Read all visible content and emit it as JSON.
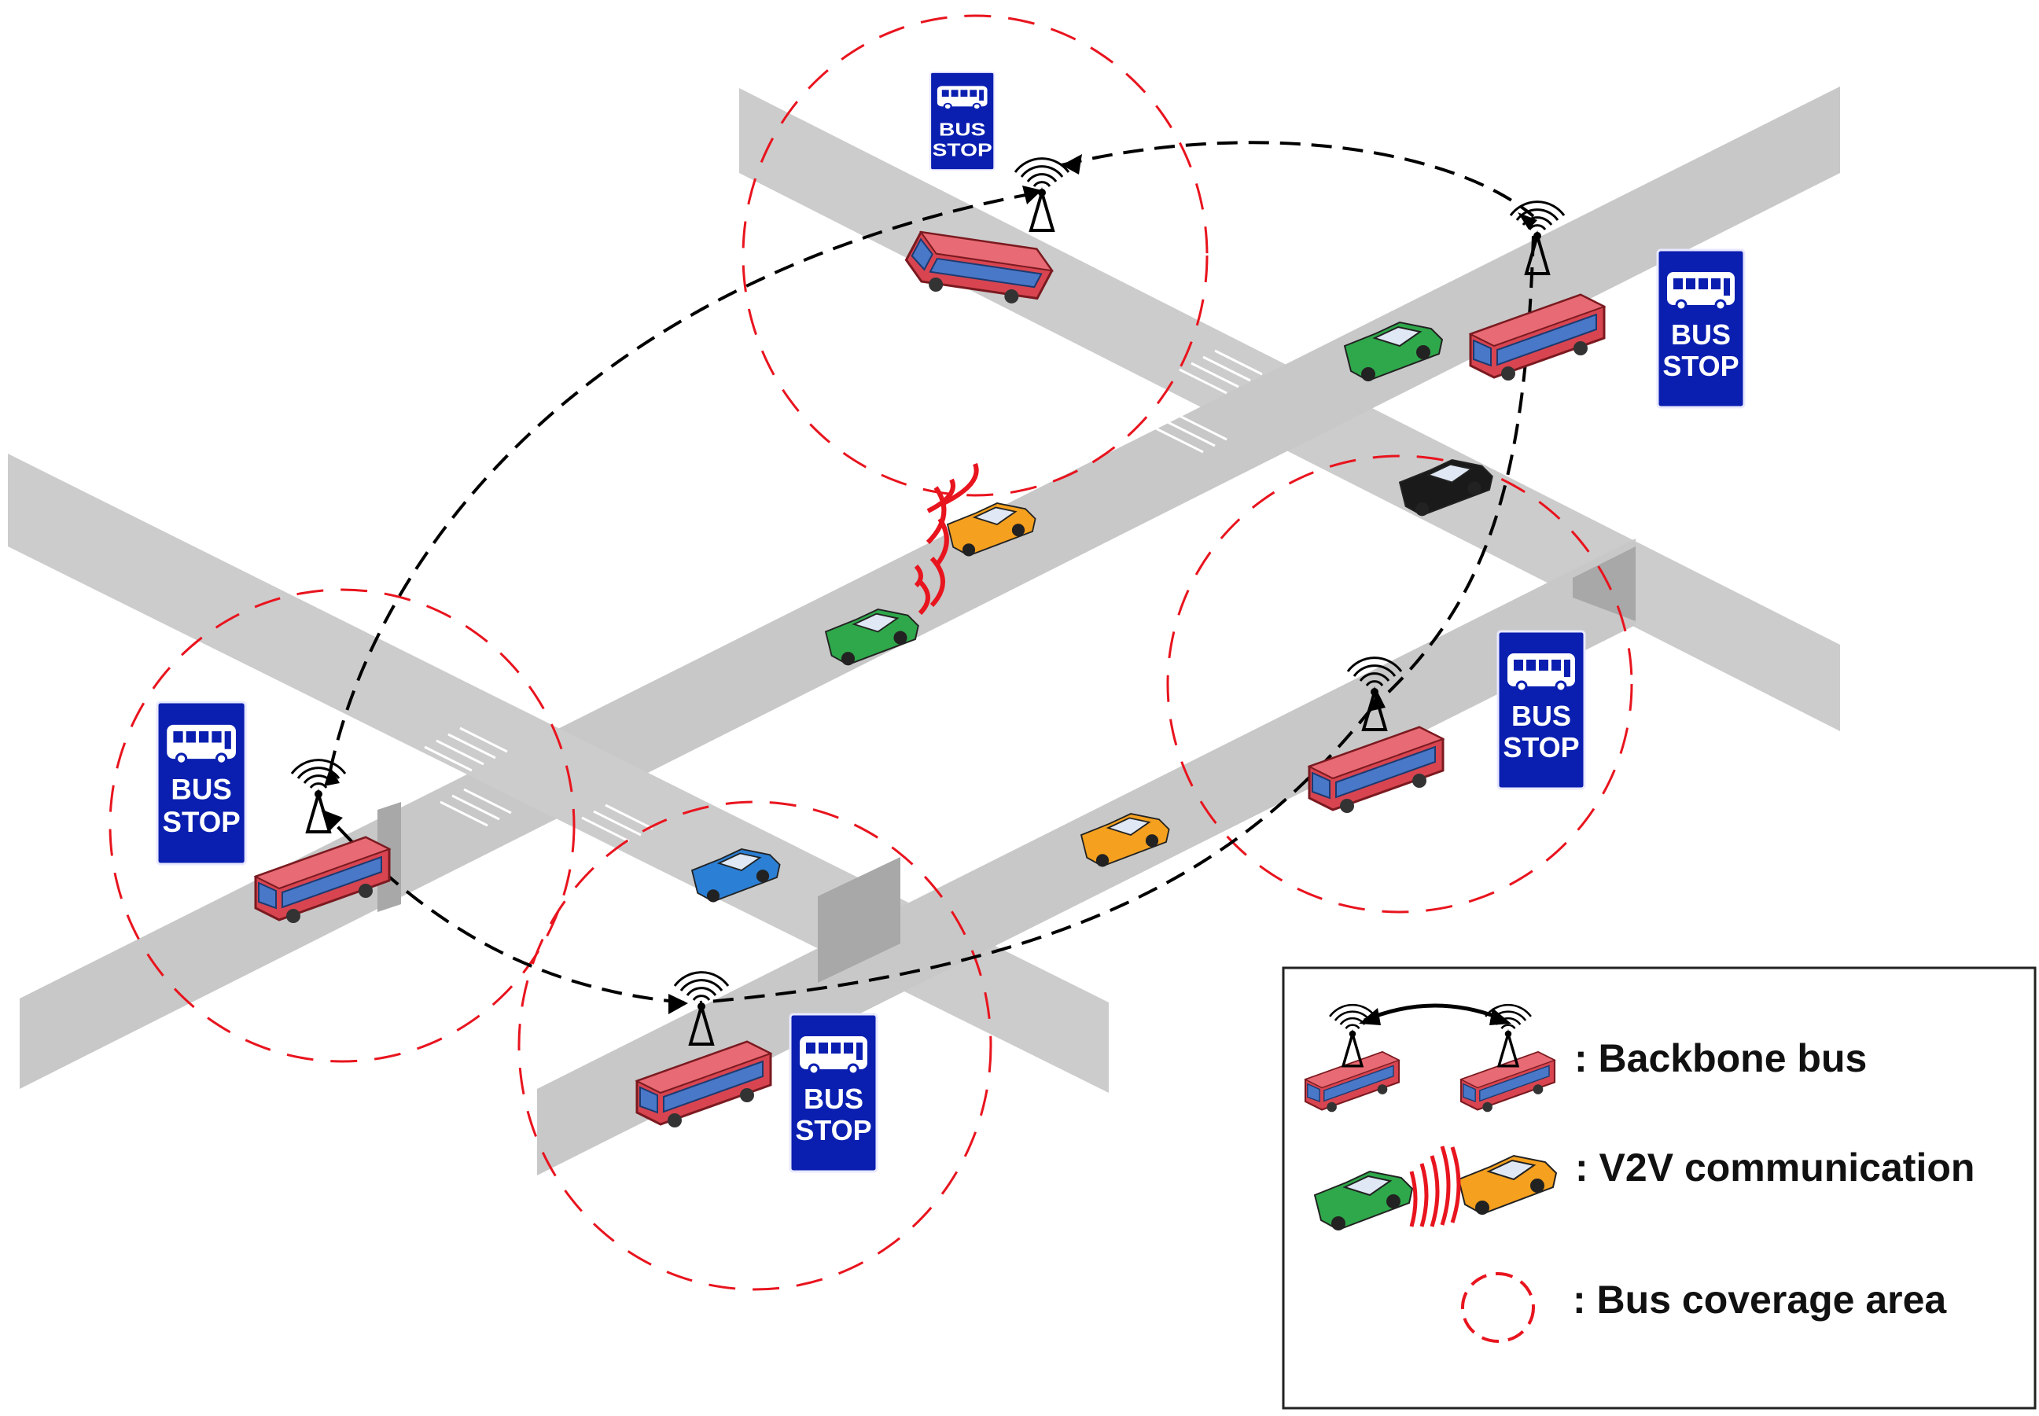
{
  "signs": {
    "line1": "BUS",
    "line2": "STOP"
  },
  "legend": {
    "backbone_label": ": Backbone bus",
    "v2v_label": ": V2V communication",
    "coverage_label": ": Bus coverage area"
  },
  "colors": {
    "road": "#cccccc",
    "road_dark": "#a8a8a8",
    "sign": "#0a1fb0",
    "bus_body": "#d84550",
    "bus_window": "#4a78c8",
    "coverage_ring": "#e8141e",
    "v2v_wave": "#e8141e",
    "car_green": "#2ea84a",
    "car_orange": "#f5a01e",
    "car_blue": "#2b7fd4",
    "car_black": "#1a1a1a"
  },
  "icons": [
    "bus-stop-sign-icon",
    "bus-icon",
    "antenna-icon",
    "car-icon",
    "coverage-circle-icon",
    "double-arrow-icon"
  ]
}
